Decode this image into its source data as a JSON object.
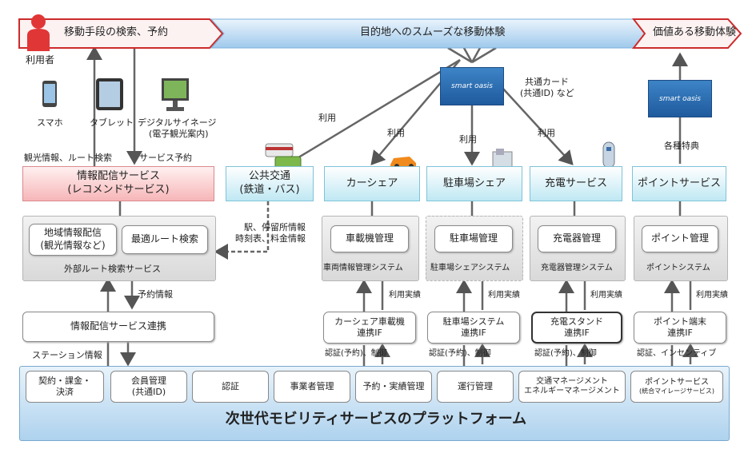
{
  "banner": {
    "left": "移動手段の検索、予約",
    "middle": "目的地へのスムーズな移動体験",
    "right": "価値ある移動体験"
  },
  "user_label": "利用者",
  "devices": {
    "smartphone": "スマホ",
    "tablet": "タブレット",
    "signage": "デジタルサイネージ",
    "signage_sub": "(電子観光案内)"
  },
  "labels": {
    "tourist_route": "観光情報、ルート検索",
    "service_booking": "サービス予約",
    "use": "利用",
    "common_card_1": "共通カード",
    "common_card_2": "(共通ID) など",
    "benefits": "各種特典",
    "station_1": "駅、停留所情報",
    "station_2": "時刻表、料金情報",
    "reservation_info": "予約情報",
    "station_info": "ステーション情報",
    "usage_record": "利用実績",
    "auth_reserve_control": "認証(予約)、制御",
    "auth_incentive": "認証、インセンティブ"
  },
  "card_text": "smart oasis",
  "services": {
    "info": [
      "情報配信サービス",
      "(レコメンドサービス)"
    ],
    "transit": [
      "公共交通",
      "(鉄道・バス)"
    ],
    "carshare": "カーシェア",
    "parking": "駐車場シェア",
    "charging": "充電サービス",
    "points": "ポイントサービス"
  },
  "external": {
    "regional": [
      "地域情報配信",
      "(観光情報など)"
    ],
    "route": "最適ルート検索",
    "caption": "外部ルート検索サービス"
  },
  "systems": {
    "carshare": {
      "inner": "車載機管理",
      "caption": "車両情報管理システム"
    },
    "parking": {
      "inner": "駐車場管理",
      "caption": "駐車場シェアシステム"
    },
    "charging": {
      "inner": "充電器管理",
      "caption": "充電器管理システム"
    },
    "points": {
      "inner": "ポイント管理",
      "caption": "ポイントシステム"
    }
  },
  "integration": {
    "info": "情報配信サービス連携",
    "carshare": [
      "カーシェア車載機",
      "連携IF"
    ],
    "parking": [
      "駐車場システム",
      "連携IF"
    ],
    "charging": [
      "充電スタンド",
      "連携IF"
    ],
    "points": [
      "ポイント端末",
      "連携IF"
    ]
  },
  "platform": {
    "title": "次世代モビリティサービスのプラットフォーム",
    "modules": {
      "contract": [
        "契約・課金・",
        "決済"
      ],
      "member": [
        "会員管理",
        "(共通ID)"
      ],
      "auth": "認証",
      "operator": "事業者管理",
      "reserve": "予約・実績管理",
      "ops": "運行管理",
      "energy": [
        "交通マネージメント",
        "エネルギーマネージメント"
      ],
      "points": [
        "ポイントサービス",
        "(統合マイレージサービス)"
      ]
    }
  },
  "colors": {
    "banner_red": "#cc2b2b",
    "banner_blue": "#9fc9ec",
    "service_cyan": "#bfe8f3",
    "service_pink": "#f6b6b8",
    "platform_blue": "#aed2ee"
  }
}
